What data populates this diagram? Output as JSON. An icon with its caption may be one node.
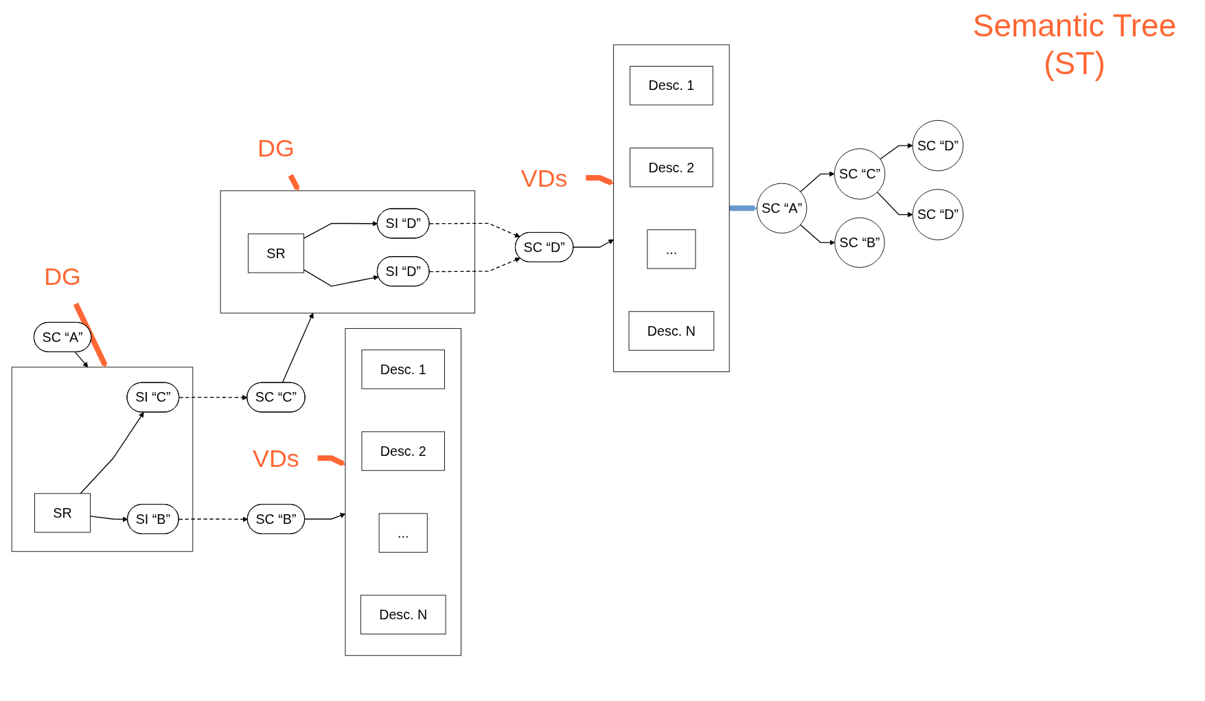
{
  "diagram": {
    "title": "Semantic Tree (ST)",
    "nodes": [
      {
        "text": [
          "SC “A”"
        ]
      },
      {
        "text": [],
        "shape": "box"
      },
      {
        "text": [
          "SI “C”"
        ],
        "in": 1
      },
      {
        "text": [
          "SR"
        ],
        "in": 1
      },
      {
        "text": [
          "SI “B”"
        ],
        "in": 1
      },
      {
        "text": [
          "SC “B”"
        ]
      },
      {
        "text": [],
        "shape": "box"
      },
      {
        "text": [
          "Desc. 1"
        ],
        "in": 6
      },
      {
        "text": [
          "Desc. 2"
        ],
        "in": 6
      },
      {
        "text": [
          "..."
        ],
        "in": 6
      },
      {
        "text": [
          "Desc. N"
        ],
        "in": 6
      },
      {
        "text": [
          "SC “C”"
        ]
      },
      {
        "text": [],
        "shape": "box"
      },
      {
        "text": [
          "SI “D”"
        ],
        "in": 12
      },
      {
        "text": [
          "SR"
        ],
        "in": 12
      },
      {
        "text": [
          "SI “D”"
        ],
        "in": 12
      },
      {
        "text": [
          "SC “D”"
        ]
      },
      {
        "text": [],
        "shape": "box"
      },
      {
        "text": [
          "Desc. 1"
        ],
        "in": 17
      },
      {
        "text": [
          "Desc. 2"
        ],
        "in": 17
      },
      {
        "text": [
          "..."
        ],
        "in": 17
      },
      {
        "text": [
          "Desc. N"
        ],
        "in": 17
      },
      {
        "text": [
          "DG"
        ]
      },
      {
        "text": [
          "VDs"
        ]
      },
      {
        "text": [
          "DG"
        ]
      },
      {
        "text": [
          "VDs"
        ]
      },
      {
        "text": [
          "SC “A”"
        ]
      },
      {
        "text": [
          "SC “C”"
        ]
      },
      {
        "text": [
          "SC “B”"
        ]
      },
      {
        "text": [
          "SC “D”"
        ]
      },
      {
        "text": [
          "SC “D”"
        ]
      }
    ],
    "edges": [
      {
        "from": 0,
        "to": 1,
        "arrow": "to"
      },
      {
        "from": 3,
        "to": 2,
        "arrow": "to"
      },
      {
        "from": 3,
        "to": 4,
        "arrow": "to"
      },
      {
        "from": 5,
        "to": 6,
        "arrow": "to"
      },
      {
        "from": 11,
        "to": 12,
        "arrow": "to"
      },
      {
        "from": 14,
        "to": 13,
        "arrow": "to"
      },
      {
        "from": 14,
        "to": 15,
        "arrow": "to"
      },
      {
        "from": 16,
        "to": 17,
        "arrow": "to"
      },
      {
        "from": 2,
        "to": 11,
        "arrow": "to",
        "style": "dashed"
      },
      {
        "from": 4,
        "to": 5,
        "arrow": "to",
        "style": "dashed"
      },
      {
        "from": 13,
        "to": 16,
        "arrow": "to",
        "style": "dashed"
      },
      {
        "from": 15,
        "to": 16,
        "arrow": "to",
        "style": "dashed"
      },
      {
        "from": 22,
        "to": 1,
        "arrow": "to",
        "style": "thick",
        "color": "#ff6633"
      },
      {
        "from": 23,
        "to": 6,
        "arrow": "to",
        "style": "thick",
        "color": "#ff6633"
      },
      {
        "from": 24,
        "to": 12,
        "arrow": "to",
        "style": "thick",
        "color": "#ff6633"
      },
      {
        "from": 25,
        "to": 17,
        "arrow": "to",
        "style": "thick",
        "color": "#ff6633"
      },
      {
        "from": 17,
        "to": 26,
        "arrow": "to",
        "style": "thick",
        "color": "#6699cc"
      },
      {
        "from": 26,
        "to": 27,
        "arrow": "to"
      },
      {
        "from": 26,
        "to": 28,
        "arrow": "to"
      },
      {
        "from": 27,
        "to": 29,
        "arrow": "to"
      },
      {
        "from": 27,
        "to": 30,
        "arrow": "to"
      }
    ]
  }
}
